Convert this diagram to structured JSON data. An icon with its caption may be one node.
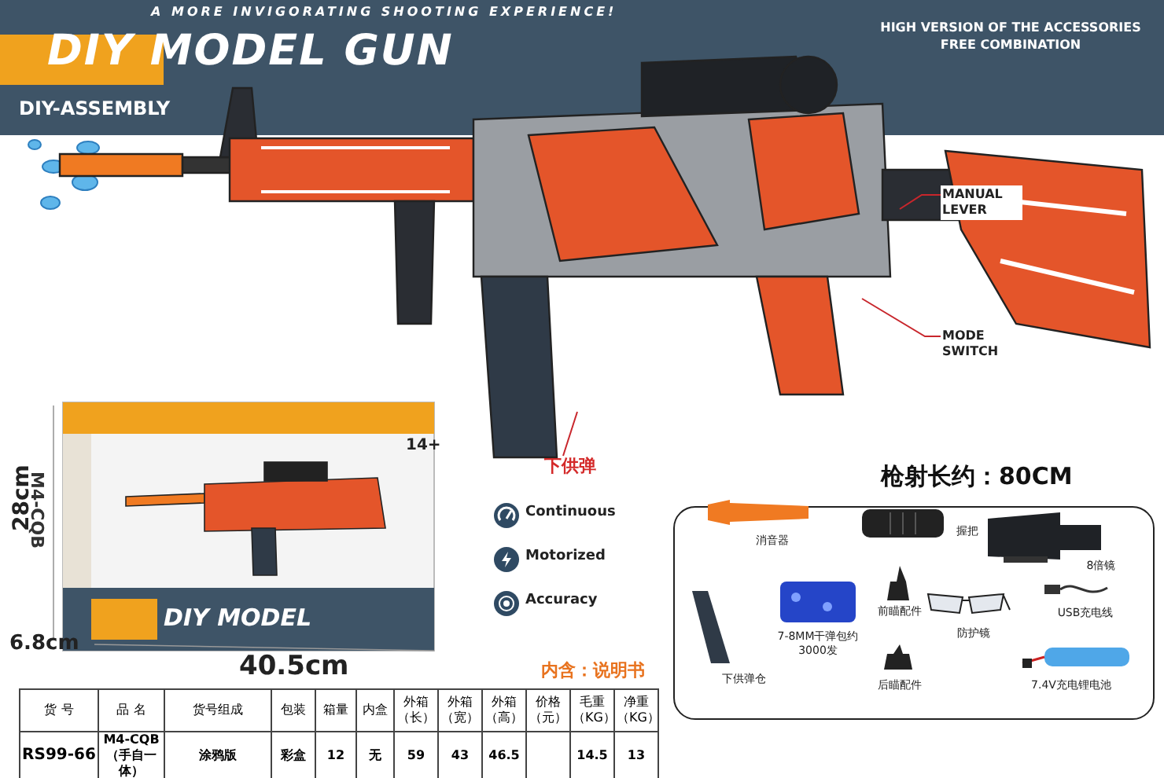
{
  "diagram": {
    "title": "DIY MODEL GUN",
    "nodes": [
      {
        "text": [
          "MANUAL LEVER"
        ]
      },
      {
        "text": [
          "MODE SWITCH"
        ]
      },
      {
        "text": [
          "下供弹"
        ]
      }
    ],
    "edges": [
      {
        "from": 0,
        "to": null,
        "arrow": "none"
      },
      {
        "from": 1,
        "to": null,
        "arrow": "none"
      },
      {
        "from": 2,
        "to": null,
        "arrow": "none"
      }
    ],
    "labels": [
      "A MORE INVIGORATING SHOOTING EXPERIENCE!",
      "DIY-ASSEMBLY",
      "HIGH VERSION OF THE ACCESSORIES FREE COMBINATION",
      "28cm",
      "14+",
      "M4-CQB",
      "DIY MODEL",
      "Continuous",
      "Motorized",
      "Accuracy",
      "枪射长约：80CM",
      "6.8cm",
      "40.5cm",
      "内含：说明书",
      "消音器",
      "握把",
      "8倍镜",
      "前瞄配件",
      "防护镜",
      "USB充电线",
      "下供弹仓",
      "7-8MM干弹包约3000发",
      "后瞄配件",
      "7.4V充电锂电池",
      "货 号",
      "品 名",
      "货号组成",
      "包装",
      "箱量",
      "内盒",
      "外箱（长）",
      "外箱（宽）",
      "外箱（高）",
      "价格（元）",
      "毛重（KG）",
      "净重（KG）",
      "RS99-66",
      "M4-CQB （手自一体）",
      "涂鸦版",
      "彩盒",
      "12",
      "无",
      "59",
      "43",
      "46.5",
      "14.5",
      "13"
    ]
  }
}
